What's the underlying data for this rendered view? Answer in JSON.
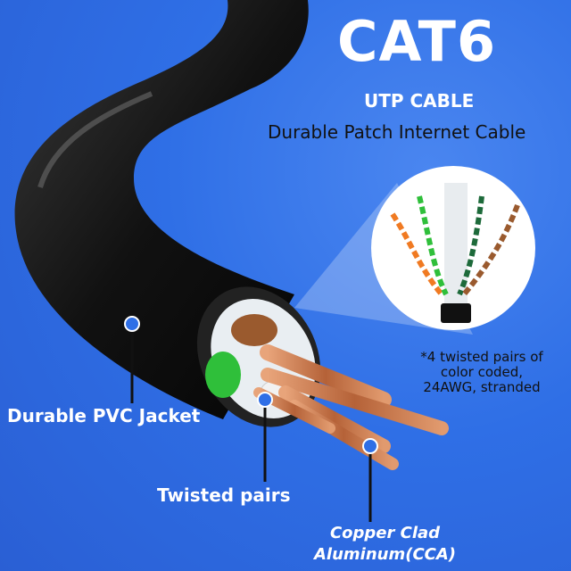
{
  "title": "CAT6",
  "subtitle": "UTP CABLE",
  "tagline": "Durable Patch Internet Cable",
  "callout_note": {
    "line1": "*4 twisted pairs of",
    "line2": "color coded,",
    "line3": "24AWG, stranded"
  },
  "labels": {
    "jacket": "Durable PVC Jacket",
    "twisted": "Twisted pairs",
    "cca_line1": "Copper Clad",
    "cca_line2": "Aluminum(CCA)"
  },
  "colors": {
    "background": "#2f6fe6",
    "cable_jacket": "#151515",
    "copper": "#c8764a",
    "pair_green": "#2fbf3a",
    "pair_brown": "#9a5a2e",
    "pair_orange": "#f07a22",
    "marker_dot": "#2f6fe6"
  }
}
